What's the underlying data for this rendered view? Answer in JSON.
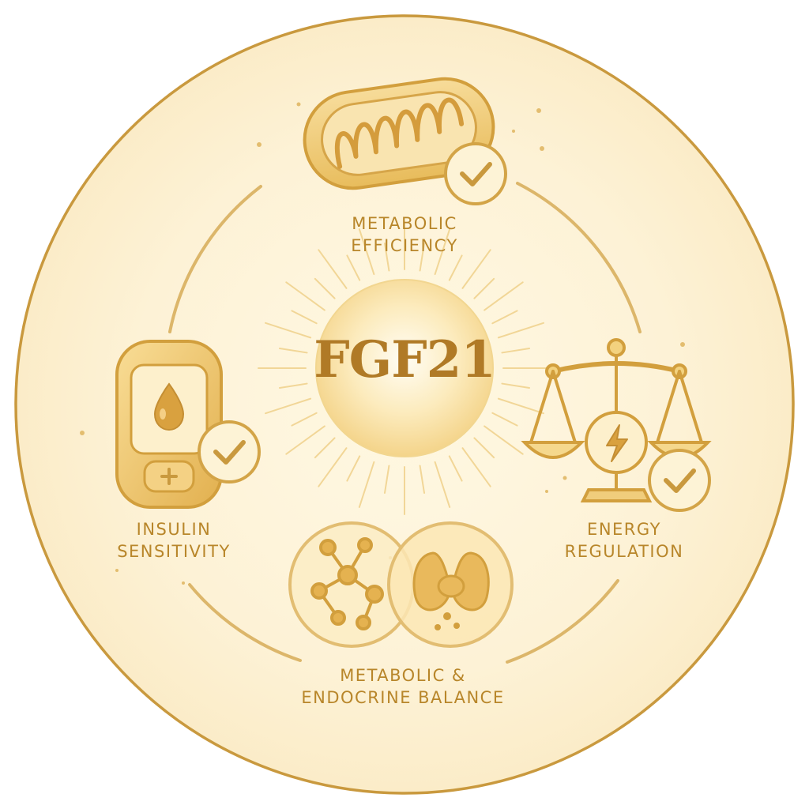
{
  "center": {
    "title": "FGF21"
  },
  "benefits": {
    "top": {
      "line1": "METABOLIC",
      "line2": "EFFICIENCY",
      "icon": "mitochondrion-icon"
    },
    "left": {
      "line1": "INSULIN",
      "line2": "SENSITIVITY",
      "icon": "glucose-meter-icon"
    },
    "right": {
      "line1": "ENERGY",
      "line2": "REGULATION",
      "icon": "balance-scale-icon"
    },
    "bottom": {
      "line1": "METABOLIC &",
      "line2": "ENDOCRINE BALANCE",
      "icon": "molecule-thyroid-icon"
    }
  },
  "colors": {
    "gold": "#c9993e",
    "label_gold": "#b8862a",
    "cream": "#fdf3d6",
    "background": "#ffffff"
  }
}
